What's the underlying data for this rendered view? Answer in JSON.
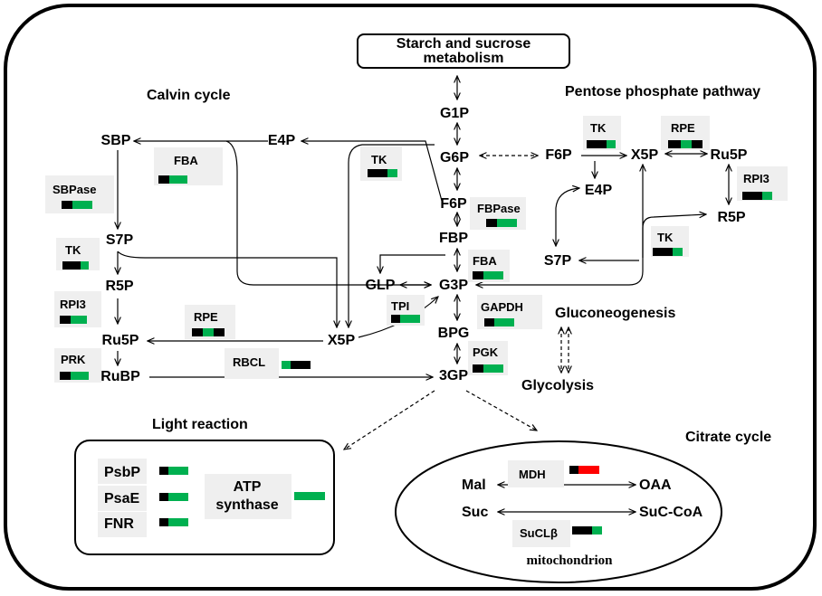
{
  "titles": {
    "starch": [
      "Starch and  sucrose",
      "metabolism"
    ],
    "calvin": "Calvin cycle",
    "pentose": "Pentose phosphate pathway",
    "light": "Light reaction",
    "citrate": "Citrate cycle",
    "gluconeo": "Gluconeogenesis",
    "glycolysis": "Glycolysis",
    "mito": "mitochondrion"
  },
  "metabolites": {
    "g1p": "G1P",
    "g6p": "G6P",
    "f6p": "F6P",
    "fbp": "FBP",
    "g3p": "G3P",
    "bpg": "BPG",
    "gp3": "3GP",
    "glp": "GLP",
    "sbp": "SBP",
    "e4p": "E4P",
    "s7p": "S7P",
    "r5p": "R5P",
    "ru5p": "Ru5P",
    "rubp": "RuBP",
    "x5p": "X5P",
    "f6p_r": "F6P",
    "x5p_r": "X5P",
    "ru5p_r": "Ru5P",
    "e4p_r": "E4P",
    "r5p_r": "R5P",
    "s7p_r": "S7P",
    "mal": "Mal",
    "oaa": "OAA",
    "suc": "Suc",
    "succoa": "SuC-CoA"
  },
  "enzymes": {
    "fba1": "FBA",
    "sbpase": "SBPase",
    "tk1": "TK",
    "tk2": "TK",
    "rpi3_1": "RPI3",
    "prk": "PRK",
    "rpe1": "RPE",
    "rbcl": "RBCL",
    "fbpase": "FBPase",
    "fba2": "FBA",
    "tpi": "TPI",
    "gapdh": "GAPDH",
    "pgk": "PGK",
    "tk3": "TK",
    "rpe2": "RPE",
    "rpi3_2": "RPI3",
    "tk4": "TK",
    "psbp": "PsbP",
    "psae": "PsaE",
    "fnr": "FNR",
    "atp": [
      "ATP",
      "synthase"
    ],
    "mdh": "MDH",
    "succl": "SuCLβ"
  },
  "colors": {
    "black": "#000000",
    "green": "#00b050",
    "red": "#ff0000",
    "box": "#efefef"
  }
}
